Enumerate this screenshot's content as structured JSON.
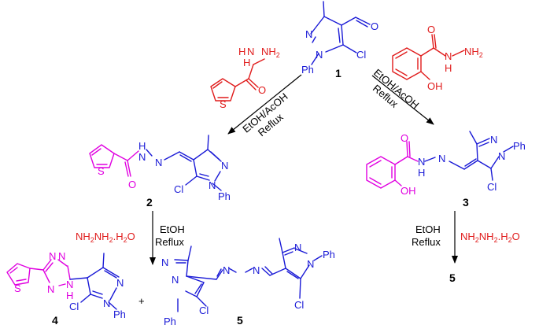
{
  "compounds": {
    "c1": {
      "number": "1",
      "ph": "Ph",
      "cl": "Cl",
      "n1": "N",
      "n2": "N",
      "o": "O"
    },
    "c2": {
      "number": "2",
      "ph": "Ph",
      "cl": "Cl",
      "n_a": "N",
      "n_b": "N",
      "o": "O",
      "nh": "H",
      "n_im": "N",
      "s": "S"
    },
    "c3": {
      "number": "3",
      "ph": "Ph",
      "cl": "Cl",
      "n_a": "N",
      "n_b": "N",
      "o": "O",
      "nh": "H",
      "n_im": "N",
      "oh": "OH"
    },
    "c4": {
      "number": "4",
      "ph": "Ph",
      "cl": "Cl",
      "n_a": "N",
      "n_b": "N",
      "n1": "N",
      "n2": "N",
      "n3": "N",
      "nh": "H",
      "s": "S"
    },
    "c5": {
      "number": "5",
      "ph": "Ph",
      "ph2": "Ph",
      "cl": "Cl",
      "cl2": "Cl",
      "n_a": "N",
      "n_b": "N",
      "n_c": "N",
      "n_d": "N",
      "azine1": "N",
      "azine2": "N"
    },
    "c5b": {
      "number": "5"
    }
  },
  "reagents": {
    "thiophene_hydrazide": {
      "nh": "H",
      "n": "N",
      "nh2": "NH",
      "sub2": "2",
      "o": "O",
      "s": "S"
    },
    "salicyl_hydrazide": {
      "nh": "H",
      "n": "N",
      "nh2": "NH",
      "sub2": "2",
      "o": "O",
      "oh": "OH"
    }
  },
  "conditions": {
    "left_arrow": [
      "EtOH/AcOH",
      "Reflux"
    ],
    "right_arrow": [
      "EtOH/AcOH",
      "Reflux"
    ],
    "down_left": [
      "EtOH",
      "Reflux"
    ],
    "down_right": [
      "EtOH",
      "Reflux"
    ],
    "hydrazine_left": "NH2NH2.H2O",
    "hydrazine_right": "NH2NH2.H2O"
  },
  "plus": "+",
  "colors": {
    "blue": "#1a1ad6",
    "magenta": "#e000e0",
    "red": "#e01b1b",
    "black": "#000000"
  }
}
